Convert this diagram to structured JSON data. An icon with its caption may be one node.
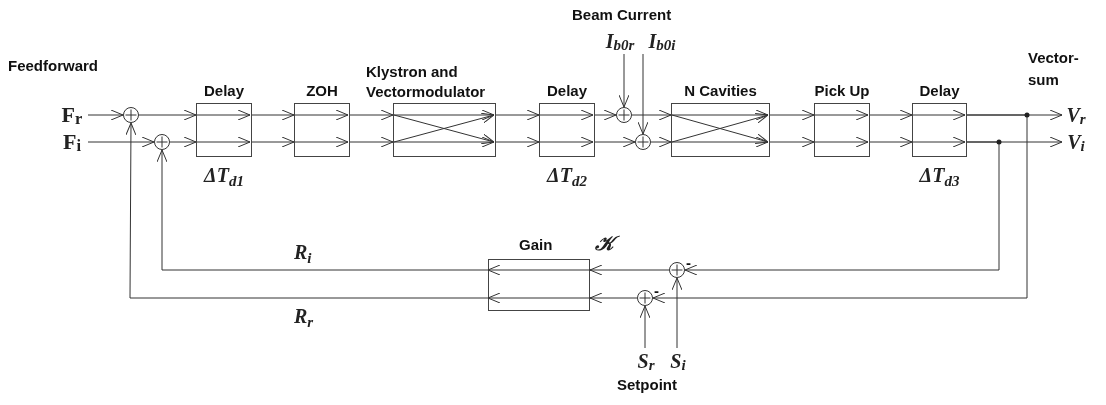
{
  "diagram": {
    "nodes": [
      {
        "text": [
          "F$_{r}$"
        ]
      },
      {
        "text": [
          "F$_{i}$"
        ]
      },
      {
        "text": [],
        "shape": "circle"
      },
      {
        "text": [],
        "shape": "circle"
      },
      {
        "text": [
          "Delay"
        ],
        "beside": [
          "ΔT$_{d1}$"
        ]
      },
      {
        "text": [
          "ZOH"
        ]
      },
      {
        "text": [
          "Klystron and Vectormodulator"
        ]
      },
      {
        "text": [
          "Delay"
        ],
        "beside": [
          "ΔT$_{d2}$"
        ]
      },
      {
        "text": [],
        "shape": "circle"
      },
      {
        "text": [],
        "shape": "circle"
      },
      {
        "text": [
          "I$_{b0r}$"
        ]
      },
      {
        "text": [
          "I$_{b0i}$"
        ]
      },
      {
        "text": [
          "N Cavities"
        ]
      },
      {
        "text": [
          "Pick Up"
        ]
      },
      {
        "text": [
          "Delay"
        ],
        "beside": [
          "ΔT$_{d3}$"
        ]
      },
      {
        "text": [
          "V$_{r}$"
        ]
      },
      {
        "text": [
          "V$_{i}$"
        ]
      },
      {
        "text": [
          "Gain"
        ],
        "beside": [
          "𝒦"
        ]
      },
      {
        "text": [],
        "shape": "circle"
      },
      {
        "text": [],
        "shape": "circle"
      },
      {
        "text": [
          "S$_{r}$"
        ]
      },
      {
        "text": [
          "S$_{i}$"
        ]
      }
    ],
    "edges": [
      {
        "from": 0,
        "to": 2,
        "arrow": "to"
      },
      {
        "from": 1,
        "to": 3,
        "arrow": "to"
      },
      {
        "from": 2,
        "to": 4,
        "arrow": "to"
      },
      {
        "from": 3,
        "to": 4,
        "arrow": "to"
      },
      {
        "from": 4,
        "to": 5,
        "arrow": "to"
      },
      {
        "from": 4,
        "to": 5,
        "arrow": "to"
      },
      {
        "from": 5,
        "to": 6,
        "arrow": "to"
      },
      {
        "from": 5,
        "to": 6,
        "arrow": "to"
      },
      {
        "from": 6,
        "to": 7,
        "arrow": "to"
      },
      {
        "from": 6,
        "to": 7,
        "arrow": "to"
      },
      {
        "from": 7,
        "to": 8,
        "arrow": "to"
      },
      {
        "from": 7,
        "to": 9,
        "arrow": "to"
      },
      {
        "from": 10,
        "to": 8,
        "arrow": "to"
      },
      {
        "from": 11,
        "to": 9,
        "arrow": "to"
      },
      {
        "from": 8,
        "to": 12,
        "arrow": "to"
      },
      {
        "from": 9,
        "to": 12,
        "arrow": "to"
      },
      {
        "from": 12,
        "to": 13,
        "arrow": "to"
      },
      {
        "from": 12,
        "to": 13,
        "arrow": "to"
      },
      {
        "from": 13,
        "to": 14,
        "arrow": "to"
      },
      {
        "from": 13,
        "to": 14,
        "arrow": "to"
      },
      {
        "from": 14,
        "to": 15,
        "arrow": "to"
      },
      {
        "from": 14,
        "to": 16,
        "arrow": "to"
      },
      {
        "from": 14,
        "to": 19,
        "arrow": "to"
      },
      {
        "from": 14,
        "to": 18,
        "arrow": "to"
      },
      {
        "from": 20,
        "to": 19,
        "arrow": "to"
      },
      {
        "from": 21,
        "to": 18,
        "arrow": "to"
      },
      {
        "from": 18,
        "to": 17,
        "arrow": "to"
      },
      {
        "from": 19,
        "to": 17,
        "arrow": "to"
      },
      {
        "from": 17,
        "to": 3,
        "arrow": "to",
        "label": "R$_{i}$"
      },
      {
        "from": 17,
        "to": 2,
        "arrow": "to",
        "label": "R$_{r}$"
      }
    ],
    "labels": [
      "Feedforward",
      "Beam Current",
      "Vector- sum",
      "-",
      "-",
      "Setpoint"
    ]
  }
}
